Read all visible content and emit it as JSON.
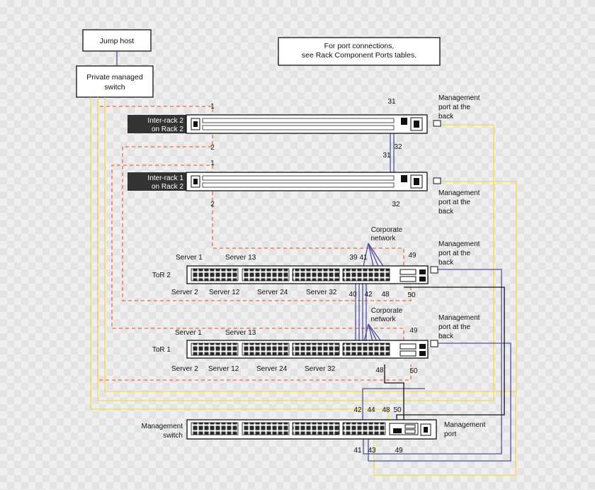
{
  "boxes": {
    "jump_host": "Jump host",
    "private_switch_line1": "Private managed",
    "private_switch_line2": "switch",
    "note_line1": "For port connections,",
    "note_line2": "see Rack Component Ports tables."
  },
  "inter_rack_2": {
    "label_line1": "Inter-rack 2",
    "label_line2": "on Rack 2",
    "port_1": "1",
    "port_2": "2",
    "port_31": "31",
    "port_32": "32",
    "mgmt_line1": "Management",
    "mgmt_line2": "port at the",
    "mgmt_line3": "back"
  },
  "inter_rack_1": {
    "label_line1": "Inter-rack 1",
    "label_line2": "on Rack 2",
    "port_1": "1",
    "port_2": "2",
    "port_31": "31",
    "port_32": "32",
    "mgmt_line1": "Management",
    "mgmt_line2": "port at the",
    "mgmt_line3": "back"
  },
  "tor2": {
    "label": "ToR 2",
    "server1": "Server 1",
    "server13": "Server 13",
    "server2": "Server 2",
    "server12": "Server 12",
    "server24": "Server 24",
    "server32": "Server 32",
    "corp_line1": "Corporate",
    "corp_line2": "network",
    "p39": "39",
    "p41": "41",
    "p40": "40",
    "p42": "42",
    "p48": "48",
    "p49": "49",
    "p50": "50",
    "mgmt_line1": "Management",
    "mgmt_line2": "port at the",
    "mgmt_line3": "back"
  },
  "tor1": {
    "label": "ToR 1",
    "server1": "Server 1",
    "server13": "Server 13",
    "server2": "Server 2",
    "server12": "Server 12",
    "server24": "Server 24",
    "server32": "Server 32",
    "corp_line1": "Corporate",
    "corp_line2": "network",
    "p48": "48",
    "p49": "49",
    "p50": "50",
    "mgmt_line1": "Management",
    "mgmt_line2": "port at the",
    "mgmt_line3": "back"
  },
  "mgmt_switch": {
    "label_line1": "Management",
    "label_line2": "switch",
    "p42": "42",
    "p44": "44",
    "p48": "48",
    "p50": "50",
    "p41": "41",
    "p43": "43",
    "p49": "49",
    "mgmt_line1": "Management",
    "mgmt_line2": "port"
  },
  "colors": {
    "orange_dash": "#f26a2e",
    "yellow": "#f7d84a",
    "blue": "#4d4fa3",
    "black": "#111111",
    "label_bg": "#333333"
  }
}
